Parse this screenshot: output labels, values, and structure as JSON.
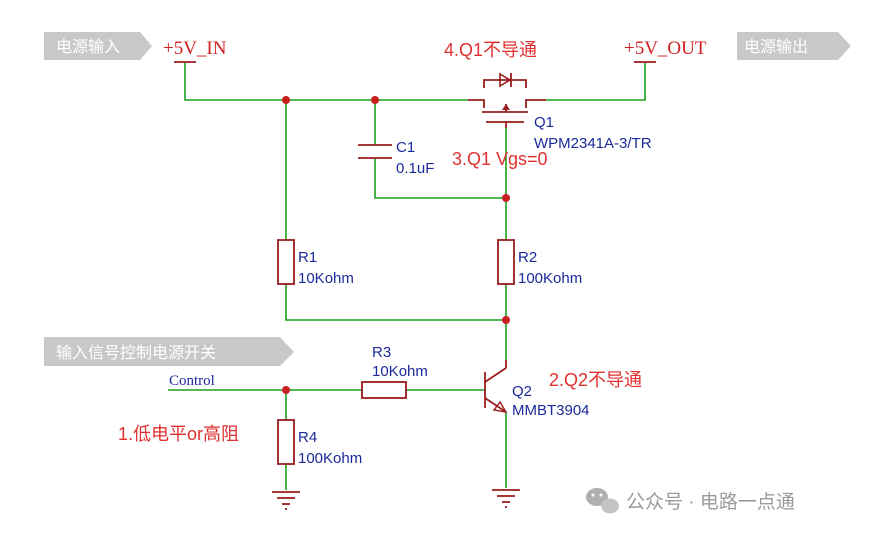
{
  "tags": {
    "power_in": "电源输入",
    "power_out": "电源输出",
    "control_in": "输入信号控制电源开关"
  },
  "rails": {
    "vin": "+5V_IN",
    "vout": "+5V_OUT"
  },
  "net_control": "Control",
  "components": {
    "q1": {
      "ref": "Q1",
      "value": "WPM2341A-3/TR"
    },
    "c1": {
      "ref": "C1",
      "value": "0.1uF"
    },
    "r1": {
      "ref": "R1",
      "value": "10Kohm"
    },
    "r2": {
      "ref": "R2",
      "value": "100Kohm"
    },
    "r3": {
      "ref": "R3",
      "value": "10Kohm"
    },
    "q2": {
      "ref": "Q2",
      "value": "MMBT3904"
    },
    "r4": {
      "ref": "R4",
      "value": "100Kohm"
    }
  },
  "annotations": {
    "step1": "1.低电平or高阻",
    "step2": "2.Q2不导通",
    "step3": "3.Q1 Vgs=0",
    "step4": "4.Q1不导通"
  },
  "watermark": "公众号 · 电路一点通",
  "colors": {
    "wire": "#1aa01a",
    "component": "#9a1c1c",
    "annotation": "#e03030",
    "label": "#1a2a9a",
    "tag_bg": "#c8c8c8"
  }
}
